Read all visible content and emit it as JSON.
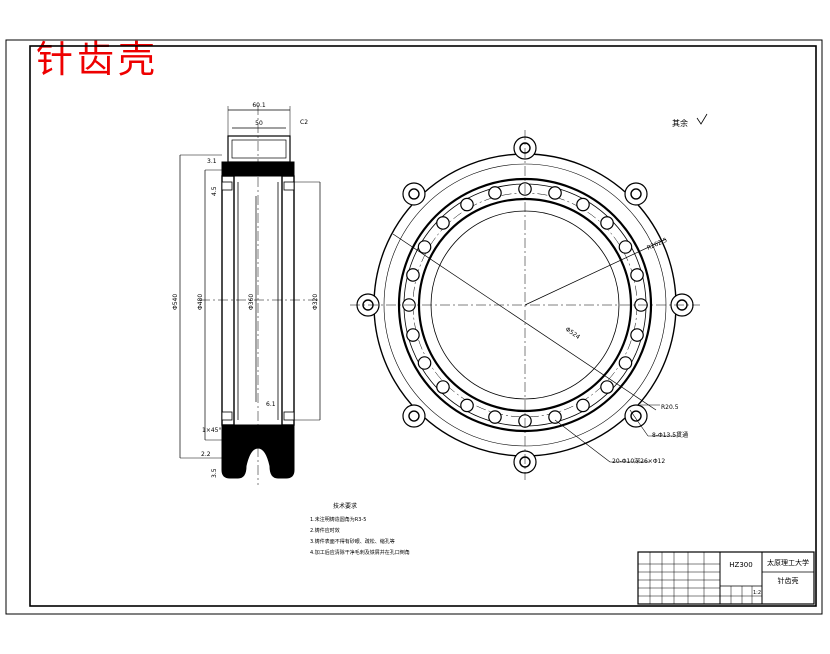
{
  "title": "针齿壳",
  "surface_note": "其余",
  "tech_requirements": {
    "heading": "技术要求",
    "items": [
      "1.未注明铸造圆角为R3-5",
      "2.铸件应时效",
      "3.铸件表面不得有砂眼、疏松、缩孔等",
      "4.加工后应清除干净毛刺及铁屑并在孔口倒角"
    ]
  },
  "title_block": {
    "drawing_no": "HZ300",
    "school": "太原理工大学",
    "part_name": "针齿壳",
    "scale": "1:2"
  },
  "side_view_dims": {
    "top_width": "60.1",
    "inner_width": "50",
    "chamfer_top": "C2",
    "small_a": "3.1",
    "small_b": "4.5",
    "outer_dia": "Φ540",
    "mid_dia": "Φ480",
    "bore_dia": "Φ360",
    "right_dia": "Φ320",
    "chamfer_left": "1×45°",
    "small_bottom": "2.2",
    "small_c": "6.1",
    "small_d": "3.5"
  },
  "front_view_dims": {
    "pcd_radius": "R262.5",
    "inner_dia": "Φ524",
    "bolt_hole": "R20.5",
    "hole_callout_a": "8-Φ13.5贯通",
    "hole_callout_b": "20-Φ10深26×Φ12"
  },
  "colors": {
    "title": "#ee0000",
    "line": "#000000",
    "background": "#ffffff"
  }
}
